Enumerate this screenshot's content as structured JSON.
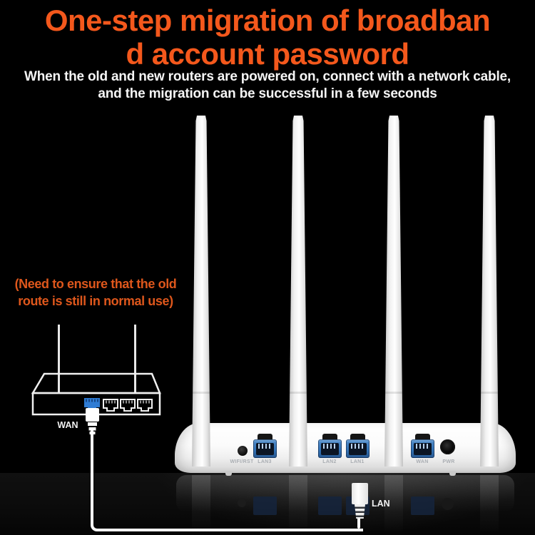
{
  "header": {
    "title_line1": "One-step migration of broadban",
    "title_line2": "d account password",
    "subtitle_line1": "When the old and new routers are powered on, connect with a network cable,",
    "subtitle_line2": "and the migration can be successful in a few seconds"
  },
  "annotation": {
    "note_line1": "(Need to ensure that the old",
    "note_line2": "route is still in normal use)",
    "old_router_wan_label": "WAN",
    "cable_plug_label": "LAN"
  },
  "new_router": {
    "rear_labels": {
      "button": "WIFI/RST",
      "port1": "LAN3",
      "port2": "LAN2",
      "port3": "LAN1",
      "port4": "WAN",
      "power": "PWR"
    }
  },
  "colors": {
    "background": "#000000",
    "title_orange": "#F4581C",
    "note_orange": "#DE571C",
    "port_blue": "#3474B8",
    "text_white": "#F5F5F5"
  }
}
